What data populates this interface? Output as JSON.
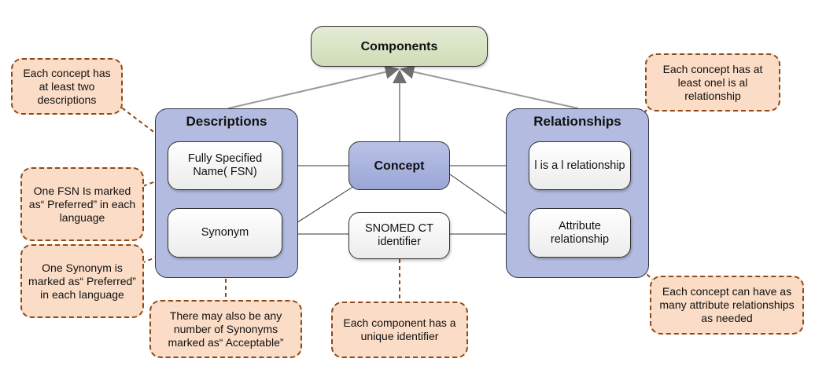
{
  "components": "Components",
  "descriptions": {
    "title": "Descriptions",
    "fsn": "Fully Specified Name( FSN)",
    "synonym": "Synonym"
  },
  "relationships": {
    "title": "Relationships",
    "isa": "l is a l relationship",
    "attribute": "Attribute relationship"
  },
  "concept": "Concept",
  "identifier": "SNOMED CT identifier",
  "notes": {
    "two_descriptions": "Each concept has at least two descriptions",
    "fsn_preferred": "One FSN Is marked as“ Preferred” in each language",
    "synonym_preferred": "One Synonym is marked as“ Preferred” in each language",
    "acceptable": "There may also be any number of Synonyms marked as“ Acceptable”",
    "unique_identifier": "Each component has a unique identifier",
    "isa_note": "Each concept has at least onel is al relationship",
    "attribute_note": "Each concept can have as many attribute relationships as needed"
  },
  "colors": {
    "group_fill": "#b3bce0",
    "components_fill": "#d8e4c4",
    "note_fill": "#fbdcc6",
    "note_border": "#8b4a1c",
    "arrow": "#8a8a8a"
  }
}
